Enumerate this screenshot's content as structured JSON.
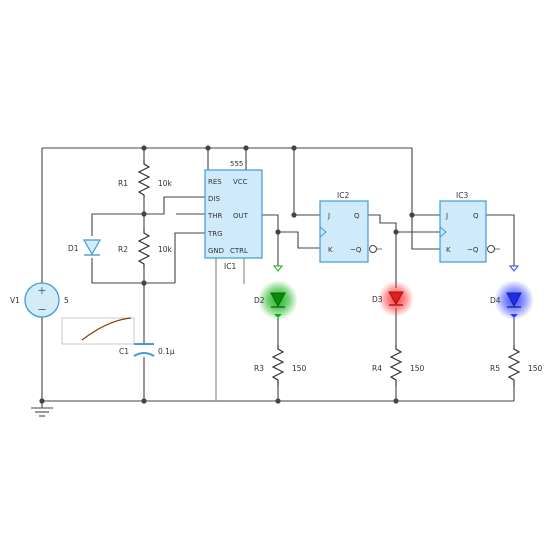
{
  "colors": {
    "wire": "#444444",
    "ic_fill": "#cfeafb",
    "ic_stroke": "#3f9bd9",
    "led_green": "#10b010",
    "led_red": "#ff2a2a",
    "led_blue": "#2a3cff",
    "trace": "#8b3a10"
  },
  "source": {
    "name": "V1",
    "value": "5"
  },
  "resistors": {
    "r1": {
      "name": "R1",
      "value": "10k"
    },
    "r2": {
      "name": "R2",
      "value": "10k"
    },
    "r3": {
      "name": "R3",
      "value": "150"
    },
    "r4": {
      "name": "R4",
      "value": "150"
    },
    "r5": {
      "name": "R5",
      "value": "150"
    }
  },
  "capacitor": {
    "name": "C1",
    "value": "0.1µ"
  },
  "diode": {
    "name": "D1"
  },
  "leds": {
    "d2": {
      "name": "D2"
    },
    "d3": {
      "name": "D3"
    },
    "d4": {
      "name": "D4"
    }
  },
  "ic1": {
    "name": "IC1",
    "title": "555",
    "pins": {
      "res": "RES",
      "vcc": "VCC",
      "dis": "DIS",
      "thr": "THR",
      "out": "OUT",
      "trg": "TRG",
      "gnd": "GND",
      "ctrl": "CTRL"
    }
  },
  "ic2": {
    "name": "IC2",
    "pins": {
      "j": "J",
      "q": "Q",
      "k": "K",
      "nq": "~Q"
    }
  },
  "ic3": {
    "name": "IC3",
    "pins": {
      "j": "J",
      "q": "Q",
      "k": "K",
      "nq": "~Q"
    }
  }
}
